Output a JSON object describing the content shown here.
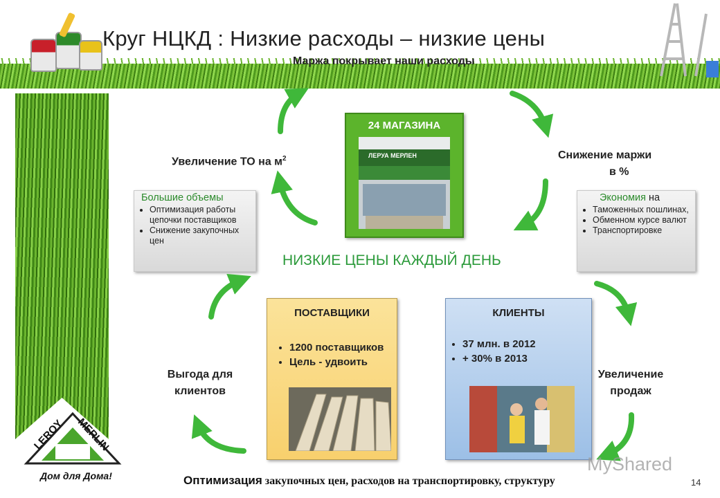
{
  "slide": {
    "title": "Круг НЦКД : Низкие расходы – низкие цены",
    "subtitle": "Маржа покрывает наши расходы",
    "page_number": "14",
    "slogan": "НИЗКИЕ ЦЕНЫ КАЖДЫЙ ДЕНЬ",
    "bottom_bold": "Оптимизация",
    "bottom_rest": " закупочных цен, расходов на транспортировку, структуру"
  },
  "store": {
    "title": "24 МАГАЗИНА",
    "sign_text": "ЛЕРУА МЕРЛЕН"
  },
  "cycle_labels": {
    "increase_to": "Увеличение ТО на м",
    "increase_to_sup": "2",
    "margin_decrease_1": "Снижение маржи",
    "margin_decrease_2": "в %",
    "client_benefit_1": "Выгода для",
    "client_benefit_2": "клиентов",
    "sales_increase_1": "Увеличение",
    "sales_increase_2": "продаж"
  },
  "volumes_box": {
    "head": "Большие объемы",
    "items": [
      "Оптимизация работы цепочки поставщиков",
      "Снижение закупочных цен"
    ]
  },
  "economy_box": {
    "head_green": "Экономия",
    "head_rest": " на",
    "items": [
      "Таможенных пошлинах,",
      "Обменном курсе валют",
      "Транспортировке"
    ]
  },
  "suppliers": {
    "title": "ПОСТАВЩИКИ",
    "items": [
      "1200 поставщиков",
      "Цель - удвоить"
    ]
  },
  "clients": {
    "title": "КЛИЕНТЫ",
    "items": [
      "37 млн. в 2012",
      "+ 30% в 2013"
    ]
  },
  "logo": {
    "line1": "LEROY",
    "line2": "MERLIN",
    "tagline": "Дом для Дома!"
  },
  "watermark": "MyShared",
  "colors": {
    "green_arrow": "#3fb83a",
    "green_box": "#5cb42c",
    "supplier_box": "#f8d06d",
    "client_box": "#9cbfe6",
    "slogan": "#2b9a3a"
  }
}
